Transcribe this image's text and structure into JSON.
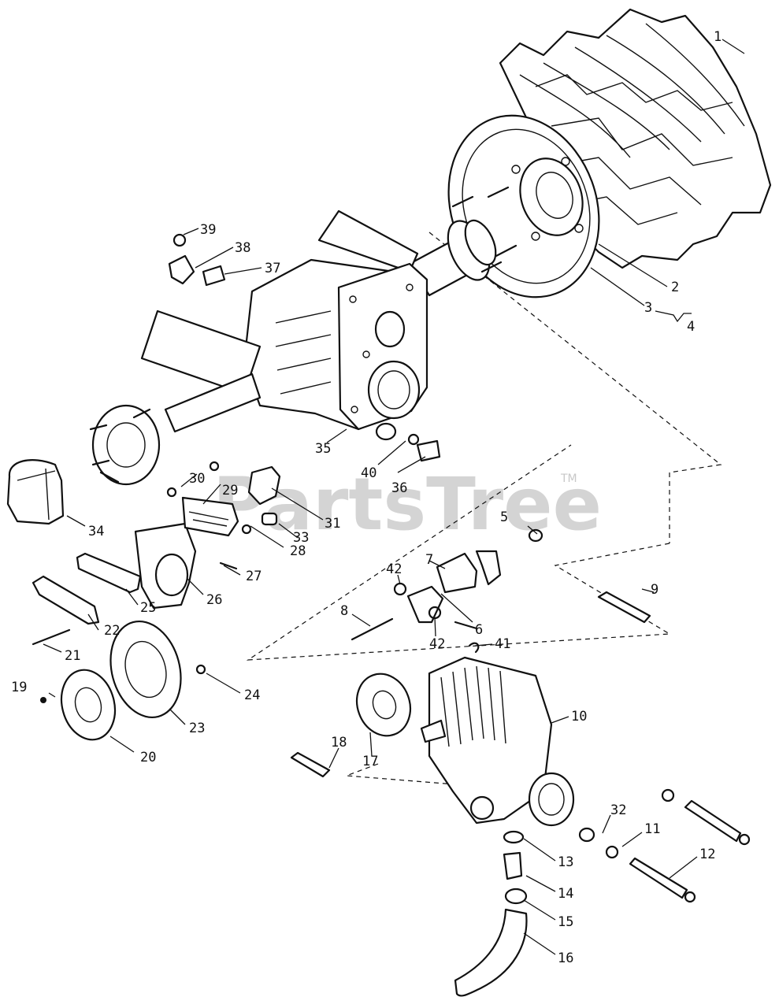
{
  "watermark": {
    "text": "PartsTree",
    "tm": "TM"
  },
  "callouts": [
    "1",
    "2",
    "3",
    "4",
    "5",
    "6",
    "7",
    "8",
    "9",
    "10",
    "11",
    "12",
    "13",
    "14",
    "15",
    "16",
    "17",
    "18",
    "19",
    "20",
    "21",
    "22",
    "23",
    "24",
    "25",
    "26",
    "27",
    "28",
    "29",
    "30",
    "31",
    "32",
    "33",
    "34",
    "35",
    "36",
    "37",
    "38",
    "39",
    "40",
    "41",
    "42",
    "42"
  ]
}
